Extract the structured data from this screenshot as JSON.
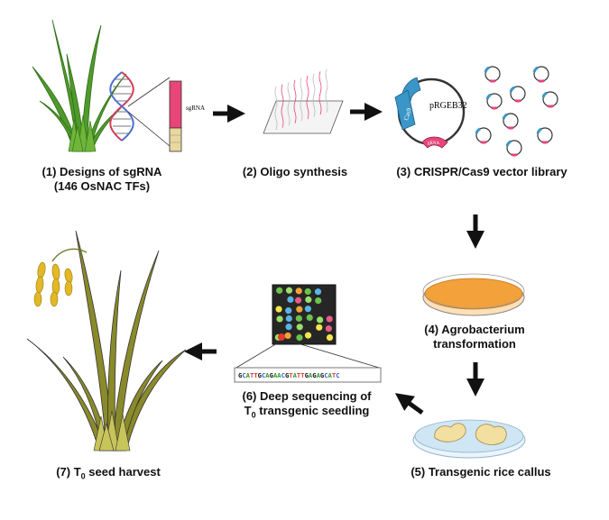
{
  "steps": [
    {
      "id": 1,
      "line1": "(1) Designs of sgRNA",
      "line2": "(146 OsNAC TFs)"
    },
    {
      "id": 2,
      "line1": "(2) Oligo synthesis"
    },
    {
      "id": 3,
      "line1": "(3) CRISPR/Cas9 vector library"
    },
    {
      "id": 4,
      "line1": "(4) Agrobacterium",
      "line2": "transformation"
    },
    {
      "id": 5,
      "line1": "(5) Transgenic rice callus"
    },
    {
      "id": 6,
      "line1": "(6) Deep sequencing of",
      "line2_prefix": "T",
      "line2_sub": "0",
      "line2_suffix": " transgenic seedling"
    },
    {
      "id": 7,
      "line1_prefix": "(7) T",
      "line1_sub": "0",
      "line1_suffix": " seed harvest"
    }
  ],
  "labels": {
    "sgrna": "sgRNA",
    "plasmid": "pRGEB32",
    "cas9": "Cas9",
    "gene": "gRNA"
  },
  "sequence": "GCATTGCAGAACGTATTGAGAGCATC",
  "colors": {
    "plant_green": "#4f9a2a",
    "plant_dark": "#2f6d17",
    "harvest_leaf": "#8a8a2a",
    "grain": "#e2b827",
    "dna_red": "#d43a5a",
    "dna_blue": "#4a6fd0",
    "sgrna_pink": "#e8457a",
    "plasmid_blue": "#3a96c8",
    "dish_orange": "#f3a13a",
    "dish_blue": "#cfe6f4",
    "callus": "#f3dfa0",
    "arrow": "#111111"
  }
}
